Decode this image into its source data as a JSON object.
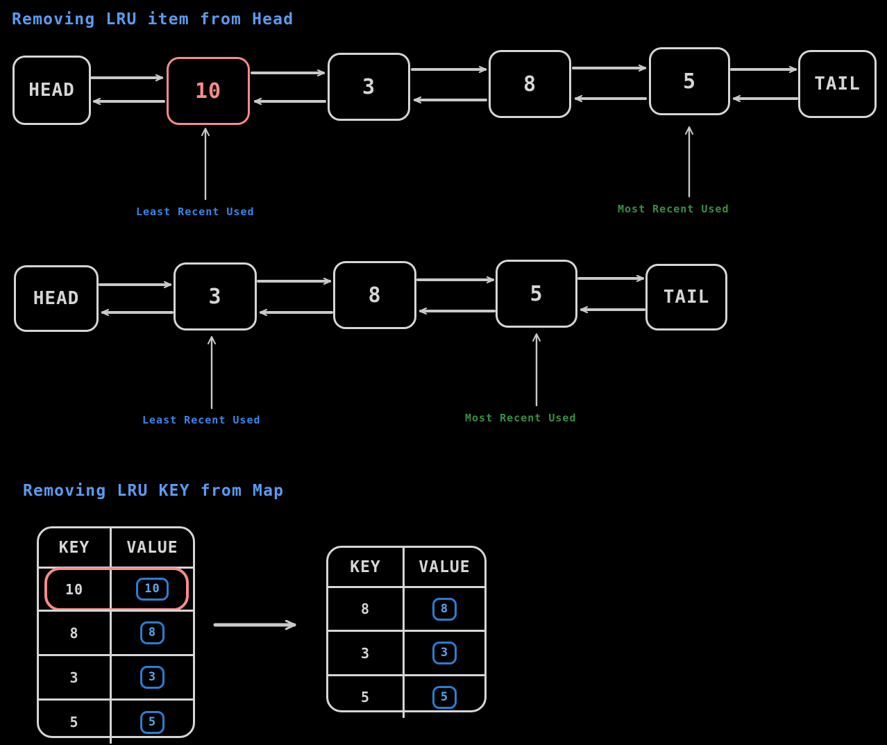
{
  "sections": {
    "list_title": "Removing LRU item from Head",
    "map_title": "Removing LRU KEY from Map"
  },
  "colors": {
    "stroke": "#d6d6d6",
    "title_blue": "#5b9bf0",
    "highlight_red": "#fa8b8b",
    "lru_blue": "#3b86e8",
    "mru_green": "#3a9140",
    "chip_blue": "#2a7fd4",
    "background": "#000000"
  },
  "list_before": {
    "nodes": [
      {
        "label": "HEAD",
        "kind": "endcap"
      },
      {
        "label": "10",
        "kind": "node",
        "highlight": true
      },
      {
        "label": "3",
        "kind": "node"
      },
      {
        "label": "8",
        "kind": "node"
      },
      {
        "label": "5",
        "kind": "node"
      },
      {
        "label": "TAIL",
        "kind": "endcap"
      }
    ],
    "lru_label": "Least Recent Used",
    "mru_label": "Most Recent Used",
    "lru_target": "10",
    "mru_target": "5"
  },
  "list_after": {
    "nodes": [
      {
        "label": "HEAD",
        "kind": "endcap"
      },
      {
        "label": "3",
        "kind": "node"
      },
      {
        "label": "8",
        "kind": "node"
      },
      {
        "label": "5",
        "kind": "node"
      },
      {
        "label": "TAIL",
        "kind": "endcap"
      }
    ],
    "lru_label": "Least Recent Used",
    "mru_label": "Most Recent Used",
    "lru_target": "3",
    "mru_target": "5"
  },
  "map_before": {
    "headers": [
      "KEY",
      "VALUE"
    ],
    "rows": [
      {
        "key": "10",
        "value": "10",
        "removed": true
      },
      {
        "key": "8",
        "value": "8",
        "removed": false
      },
      {
        "key": "3",
        "value": "3",
        "removed": false
      },
      {
        "key": "5",
        "value": "5",
        "removed": false
      }
    ]
  },
  "map_after": {
    "headers": [
      "KEY",
      "VALUE"
    ],
    "rows": [
      {
        "key": "8",
        "value": "8"
      },
      {
        "key": "3",
        "value": "3"
      },
      {
        "key": "5",
        "value": "5"
      }
    ]
  },
  "transition_arrow": "right-arrow"
}
